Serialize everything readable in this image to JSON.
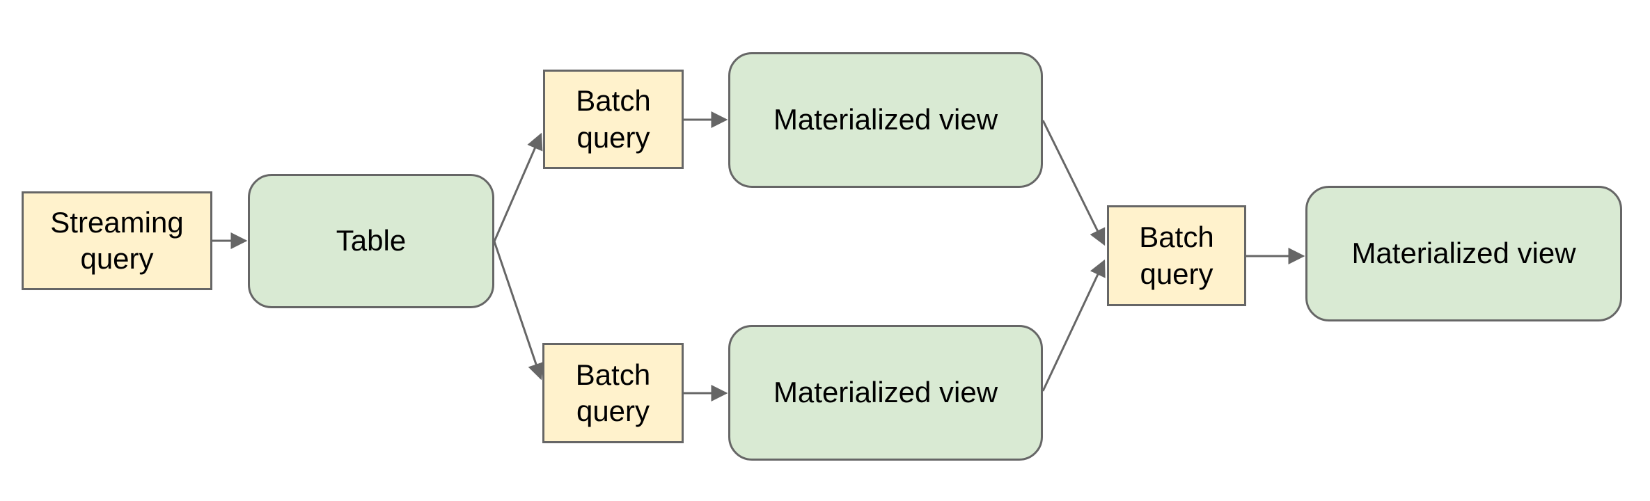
{
  "diagram": {
    "background": "#ffffff",
    "colors": {
      "query_fill": "#FFF2CC",
      "table_view_fill": "#D9EAD3",
      "node_border": "#666666",
      "arrow": "#666666",
      "text": "#000000"
    },
    "nodes": [
      {
        "id": "streaming-query",
        "label": "Streaming query",
        "kind": "query",
        "shape": "rectangle",
        "fill": "#FFF2CC"
      },
      {
        "id": "table",
        "label": "Table",
        "kind": "table",
        "shape": "rounded-rectangle",
        "fill": "#D9EAD3"
      },
      {
        "id": "batch-query-top",
        "label": "Batch query",
        "kind": "query",
        "shape": "rectangle",
        "fill": "#FFF2CC"
      },
      {
        "id": "materialized-view-top",
        "label": "Materialized view",
        "kind": "view",
        "shape": "rounded-rectangle",
        "fill": "#D9EAD3"
      },
      {
        "id": "batch-query-bottom",
        "label": "Batch query",
        "kind": "query",
        "shape": "rectangle",
        "fill": "#FFF2CC"
      },
      {
        "id": "materialized-view-bottom",
        "label": "Materialized view",
        "kind": "view",
        "shape": "rounded-rectangle",
        "fill": "#D9EAD3"
      },
      {
        "id": "batch-query-merge",
        "label": "Batch query",
        "kind": "query",
        "shape": "rectangle",
        "fill": "#FFF2CC"
      },
      {
        "id": "materialized-view-final",
        "label": "Materialized view",
        "kind": "view",
        "shape": "rounded-rectangle",
        "fill": "#D9EAD3"
      }
    ],
    "edges": [
      {
        "from": "streaming-query",
        "to": "table"
      },
      {
        "from": "table",
        "to": "batch-query-top"
      },
      {
        "from": "batch-query-top",
        "to": "materialized-view-top"
      },
      {
        "from": "table",
        "to": "batch-query-bottom"
      },
      {
        "from": "batch-query-bottom",
        "to": "materialized-view-bottom"
      },
      {
        "from": "materialized-view-top",
        "to": "batch-query-merge"
      },
      {
        "from": "materialized-view-bottom",
        "to": "batch-query-merge"
      },
      {
        "from": "batch-query-merge",
        "to": "materialized-view-final"
      }
    ]
  }
}
